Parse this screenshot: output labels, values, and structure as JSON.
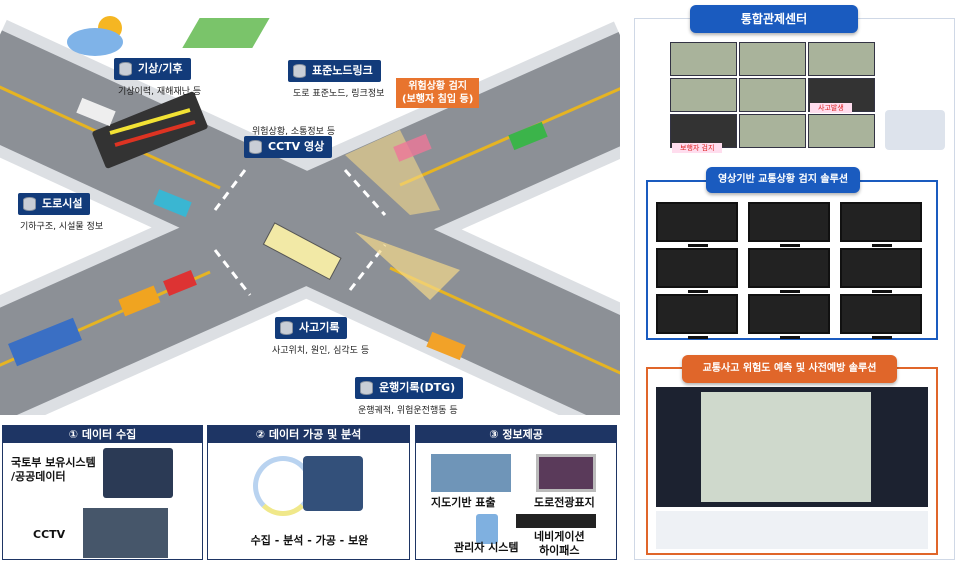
{
  "scene": {
    "weather": {
      "title": "기상/기후",
      "desc": "기상이력, 재해재난 등"
    },
    "node_link": {
      "title": "표준노드링크",
      "desc": "도로 표준노드, 링크정보"
    },
    "danger_detect": {
      "line1": "위험상황 검지",
      "line2": "(보행자 침입 등)"
    },
    "cctv": {
      "title": "CCTV 영상",
      "desc": "위험상황, 소통정보 등"
    },
    "road_facility": {
      "title": "도로시설",
      "desc": "기하구조, 시설물 정보"
    },
    "accident": {
      "title": "사고기록",
      "desc": "사고위치, 원인, 심각도 등"
    },
    "dtg": {
      "title": "운행기록(DTG)",
      "desc": "운행궤적, 위험운전행동 등"
    }
  },
  "panels": [
    {
      "title": "① 데이터 수집",
      "items": [
        "국토부 보유시스템\n/공공데이터",
        "CCTV"
      ]
    },
    {
      "title": "② 데이터 가공 및 분석",
      "items": [
        "수집 - 분석 - 가공 - 보완"
      ]
    },
    {
      "title": "③ 정보제공",
      "items": [
        "지도기반 표출",
        "도로전광표지",
        "관리자 시스템",
        "네비게이션\n하이패스"
      ]
    }
  ],
  "right": {
    "control_center": {
      "title": "통합관제센터",
      "tag_pedestrian": "보행자 검지",
      "tag_accident": "사고발생"
    },
    "video_solution": {
      "title": "영상기반 교통상황 검지 솔루션"
    },
    "risk_solution": {
      "title": "교통사고 위험도 예측 및 사전예방 솔루션"
    }
  },
  "colors": {
    "navy": "#123b7a",
    "blue": "#1a5bbf",
    "orange": "#e0662a",
    "road": "#8c9096"
  }
}
